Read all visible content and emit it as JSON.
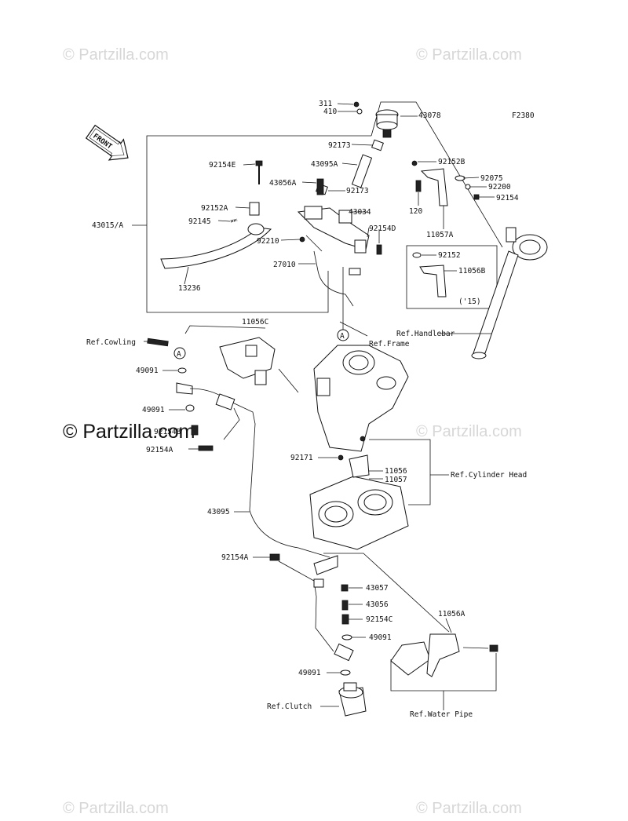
{
  "diagram_code": "F2380",
  "front_arrow_text": "FRONT",
  "watermarks": {
    "top_left": "© Partzilla.com",
    "top_right": "© Partzilla.com",
    "mid_left": "© Partzilla.com",
    "mid_right": "© Partzilla.com",
    "bottom_left": "© Partzilla.com",
    "bottom_right": "© Partzilla.com"
  },
  "callouts": {
    "a_upper": "A",
    "a_lower": "A",
    "year_note": "('15)"
  },
  "labels": {
    "p311": "311",
    "p410": "410",
    "p43078": "43078",
    "p92173_a": "92173",
    "p43095A": "43095A",
    "p92173_b": "92173",
    "p92154E": "92154E",
    "p43056A": "43056A",
    "p43015A": "43015/A",
    "p92152A": "92152A",
    "p92145": "92145",
    "p43034": "43034",
    "p92154D": "92154D",
    "p92210": "92210",
    "p27010": "27010",
    "p13236": "13236",
    "p92152B": "92152B",
    "p92075": "92075",
    "p92200": "92200",
    "p92154": "92154",
    "p120": "120",
    "p11057A": "11057A",
    "p92152": "92152",
    "p11056B": "11056B",
    "ref_handlebar": "Ref.Handlebar",
    "p11056C": "11056C",
    "ref_cowling": "Ref.Cowling",
    "ref_frame": "Ref.Frame",
    "p49091_a": "49091",
    "p49091_b": "49091",
    "p92154B": "92154B",
    "p92154A_a": "92154A",
    "p92171": "92171",
    "p11056": "11056",
    "p11057": "11057",
    "ref_cylinder_head": "Ref.Cylinder Head",
    "p43095": "43095",
    "p92154A_b": "92154A",
    "p43057": "43057",
    "p43056": "43056",
    "p92154C": "92154C",
    "p49091_c": "49091",
    "p49091_d": "49091",
    "p11056A": "11056A",
    "ref_clutch": "Ref.Clutch",
    "ref_water_pipe": "Ref.Water Pipe"
  }
}
